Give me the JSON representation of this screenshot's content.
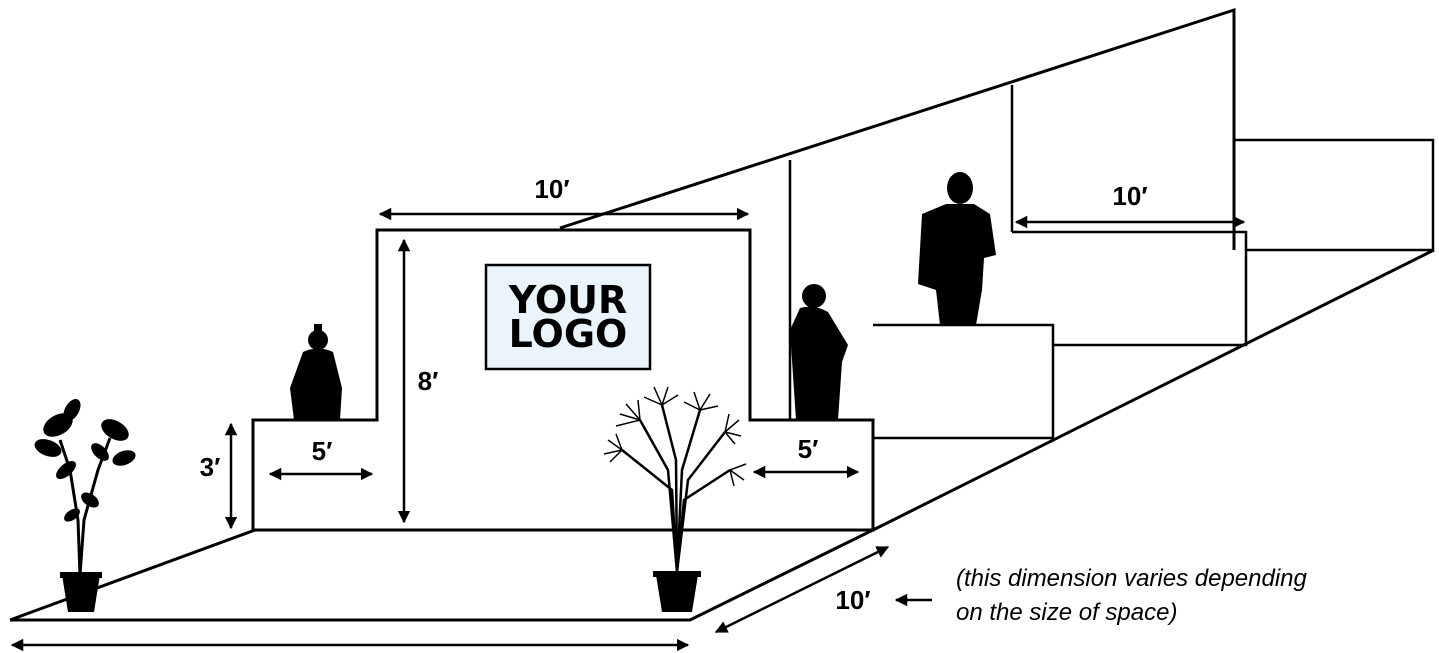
{
  "booth": {
    "logo_line1": "YOUR",
    "logo_line2": "LOGO",
    "logo_bg": "#eaf4fa"
  },
  "dimensions": {
    "back_wall_width": "10′",
    "back_wall_height": "8′",
    "side_wall_height": "3′",
    "left_side_depth": "5′",
    "right_side_depth": "5′",
    "next_booth_width": "10′",
    "booth_depth": "10′"
  },
  "note": {
    "line1": "(this dimension varies depending",
    "line2": "on the size of space)"
  },
  "icons": [
    "plant-icon",
    "person-icon",
    "palm-plant-icon"
  ]
}
